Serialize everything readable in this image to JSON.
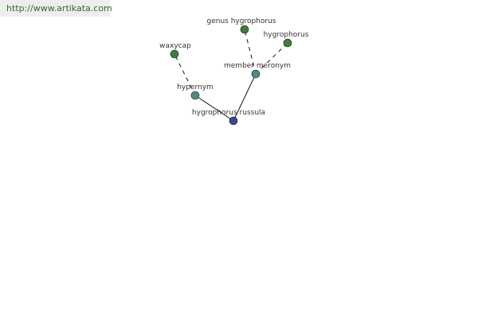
{
  "watermark": {
    "url": "http://www.artikata.com"
  },
  "colors": {
    "center_node": "#3b4a8a",
    "relation_node": "#4f8a8a",
    "leaf_node": "#3e7d3e",
    "edge": "#111111",
    "url_text": "#2f6b2f"
  },
  "graph": {
    "nodes": [
      {
        "id": "hygrophorus-russula",
        "label": "hygrophorus russula",
        "kind": "center"
      },
      {
        "id": "hypernym",
        "label": "hypernym",
        "kind": "relation"
      },
      {
        "id": "member-meronym",
        "label": "member meronym",
        "kind": "relation"
      },
      {
        "id": "waxycap",
        "label": "waxycap",
        "kind": "leaf"
      },
      {
        "id": "genus-hygrophorus",
        "label": "genus hygrophorus",
        "kind": "leaf"
      },
      {
        "id": "hygrophorus",
        "label": "hygrophorus",
        "kind": "leaf"
      }
    ],
    "edges": [
      {
        "from": "hygrophorus-russula",
        "to": "hypernym",
        "style": "solid"
      },
      {
        "from": "hygrophorus-russula",
        "to": "member-meronym",
        "style": "solid"
      },
      {
        "from": "hypernym",
        "to": "waxycap",
        "style": "dashed"
      },
      {
        "from": "member-meronym",
        "to": "genus-hygrophorus",
        "style": "dashed"
      },
      {
        "from": "member-meronym",
        "to": "hygrophorus",
        "style": "dashed"
      }
    ]
  }
}
